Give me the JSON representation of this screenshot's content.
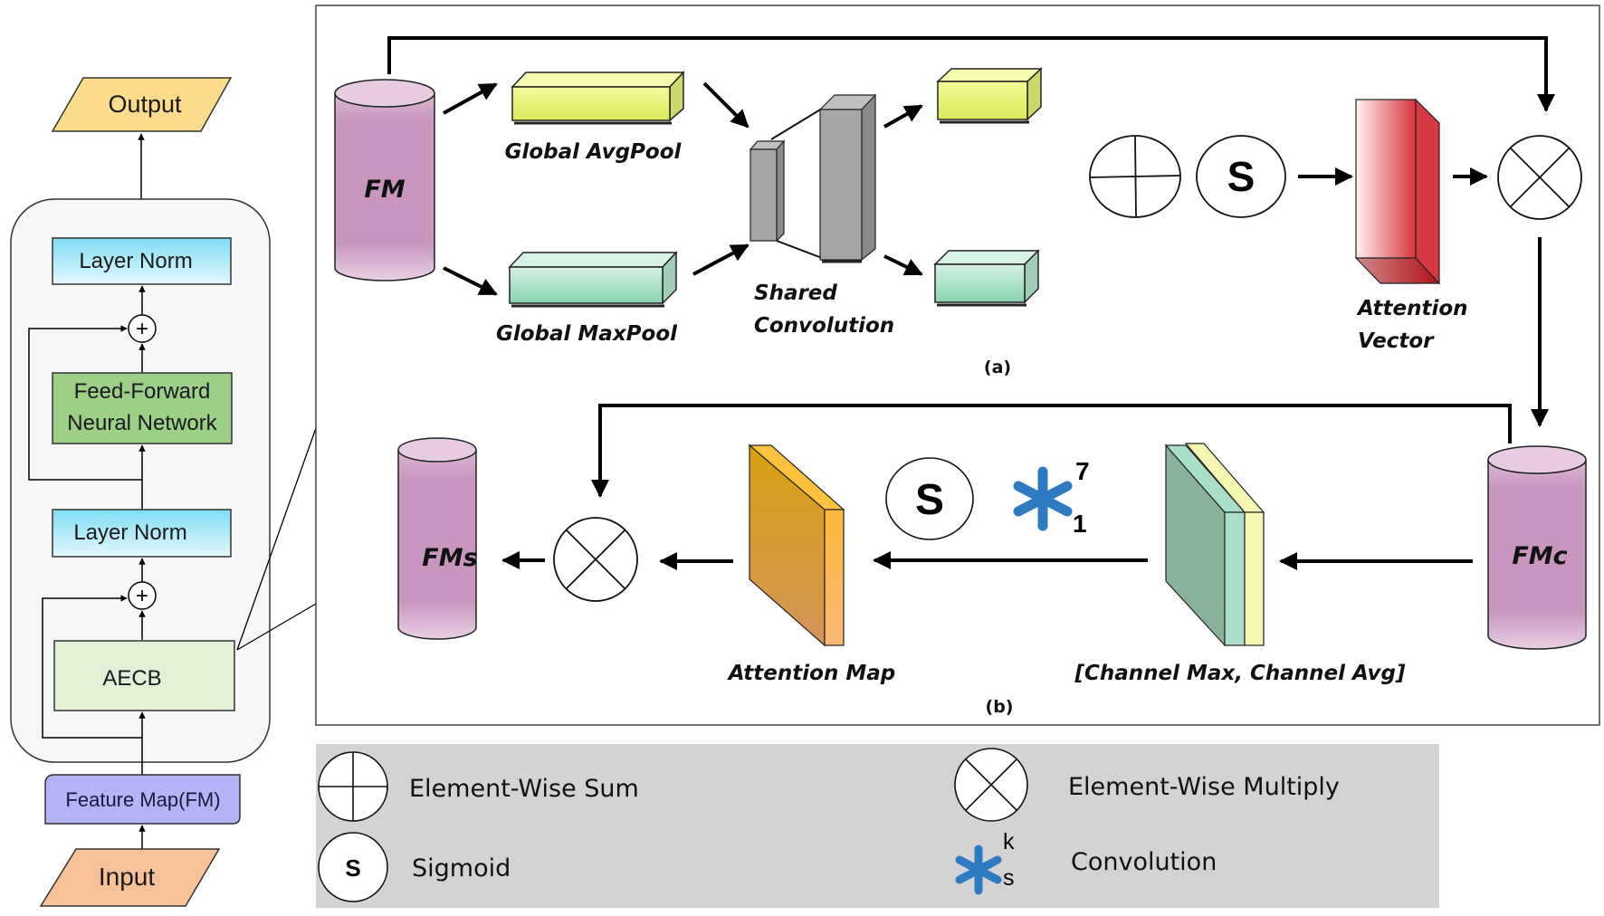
{
  "left_panel": {
    "output_label": "Output",
    "layer_norm_top_label": "Layer Norm",
    "ffn_label_line1": "Feed-Forward",
    "ffn_label_line2": "Neural Network",
    "layer_norm_bottom_label": "Layer Norm",
    "aecb_label": "AECB",
    "feature_map_label": "Feature Map(FM)",
    "input_label": "Input",
    "plus_symbol": "+"
  },
  "panel_a": {
    "fm_label": "FM",
    "avgpool_label": "Global AvgPool",
    "maxpool_label": "Global MaxPool",
    "shared_conv_line1": "Shared",
    "shared_conv_line2": "Convolution",
    "sigmoid_symbol": "S",
    "attention_vector_line1": "Attention",
    "attention_vector_line2": "Vector",
    "caption": "(a)"
  },
  "panel_b": {
    "fmc_label": "FMc",
    "fms_label": "FMs",
    "sigmoid_symbol": "S",
    "conv_kernel": "7",
    "conv_stride": "1",
    "channel_label": "[Channel Max, Channel Avg]",
    "attention_map_label": "Attention Map",
    "caption": "(b)"
  },
  "legend": {
    "items": [
      {
        "icon": "element-wise-sum-icon",
        "label": "Element-Wise Sum"
      },
      {
        "icon": "element-wise-multiply-icon",
        "label": "Element-Wise Multiply"
      },
      {
        "icon": "sigmoid-icon",
        "symbol": "S",
        "label": "Sigmoid"
      },
      {
        "icon": "convolution-icon",
        "sup": "k",
        "sub": "s",
        "label": "Convolution"
      }
    ]
  },
  "colors": {
    "output": "#fcdb8c",
    "layer_norm": "#8ee3f5",
    "ffn": "#9ccf87",
    "aecb": "#e3f0d8",
    "feature_map": "#b3b3f5",
    "input": "#f7c19a",
    "cylinder": "#c896be",
    "avgpool": "#eef58a",
    "maxpool": "#bfe8d4",
    "conv_gray": "#a6a6a6",
    "attention_vector": "#d8323a",
    "attention_map": "#f2b347",
    "conv_blue": "#2e7bc4",
    "legend_bg": "#d3d3d3"
  }
}
